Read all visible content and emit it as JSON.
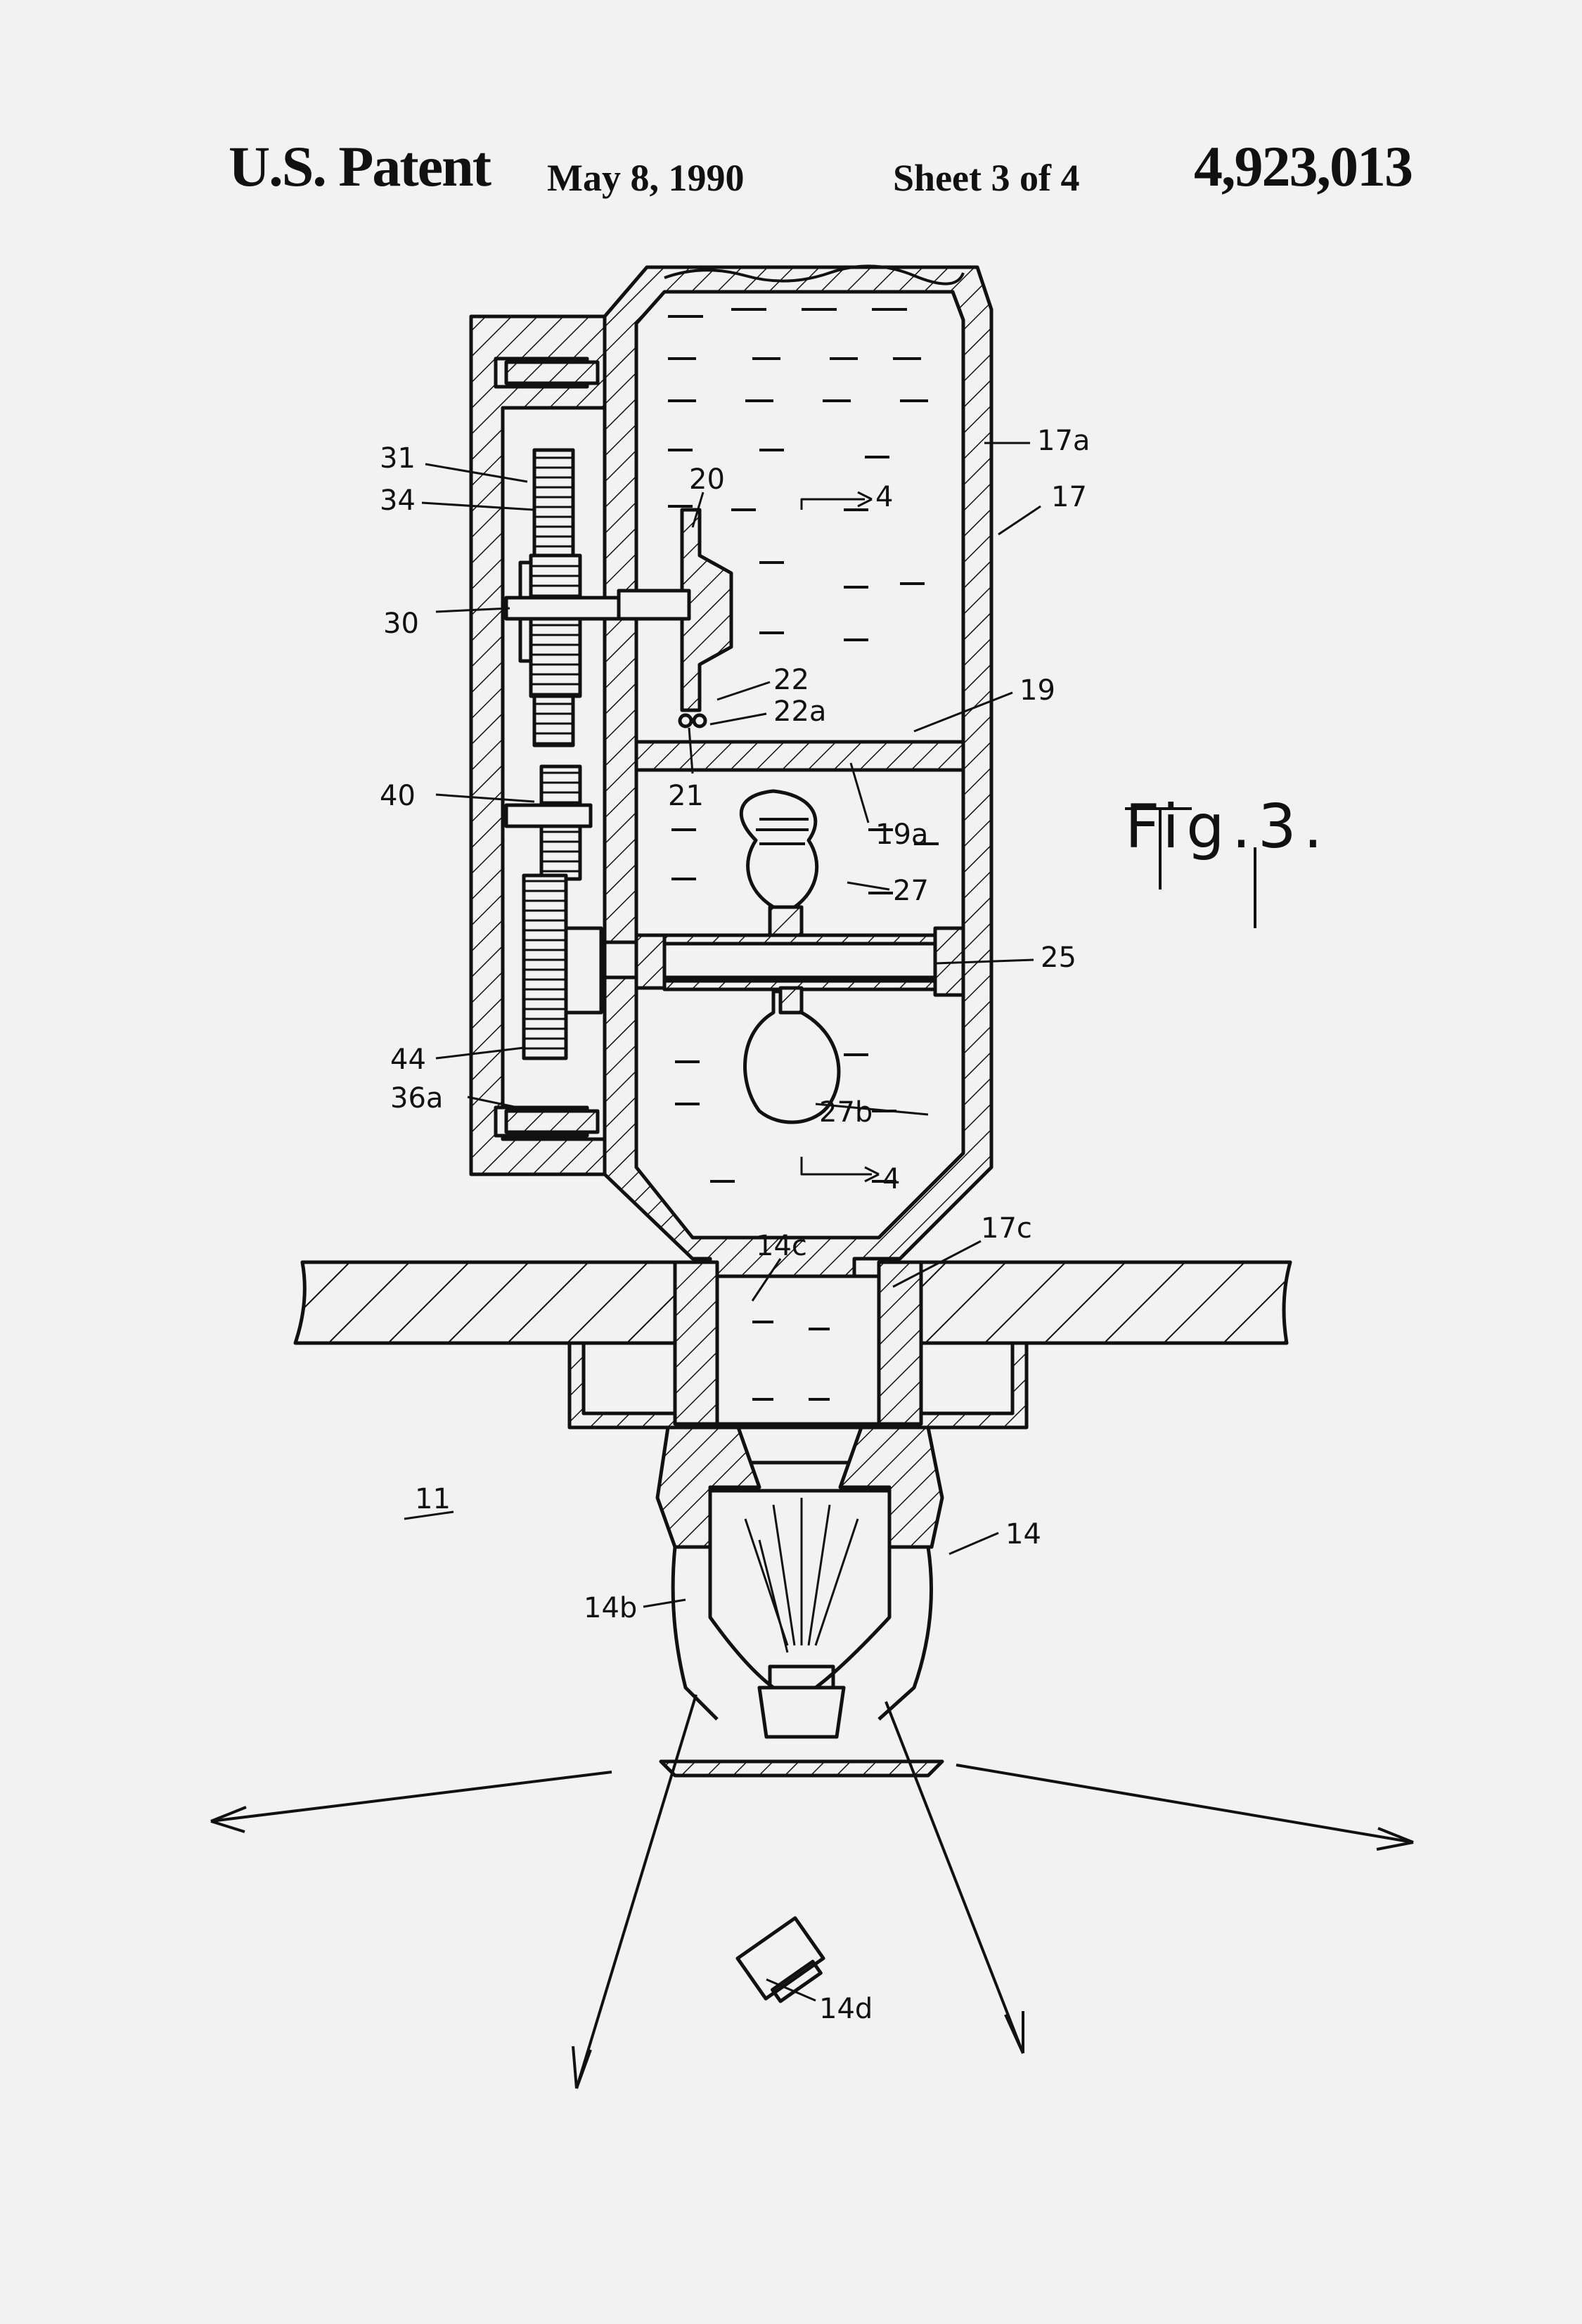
{
  "header": {
    "title": "U.S. Patent",
    "date": "May 8, 1990",
    "sheet": "Sheet 3 of 4",
    "patent_number": "4,923,013"
  },
  "figure": {
    "label": "Fig.3."
  },
  "reference_labels": {
    "r17a": "17a",
    "r17": "17",
    "r31": "31",
    "r34": "34",
    "r20": "20",
    "r4top": "4",
    "r30": "30",
    "r22": "22",
    "r22a": "22a",
    "r19": "19",
    "r40": "40",
    "r21": "21",
    "r19a": "19a",
    "r27": "27",
    "r25": "25",
    "r44": "44",
    "r36a": "36a",
    "r27b": "27b",
    "r4bot": "4",
    "r14c": "14c",
    "r17c": "17c",
    "r11": "11",
    "r14": "14",
    "r14b": "14b",
    "r14d": "14d"
  }
}
